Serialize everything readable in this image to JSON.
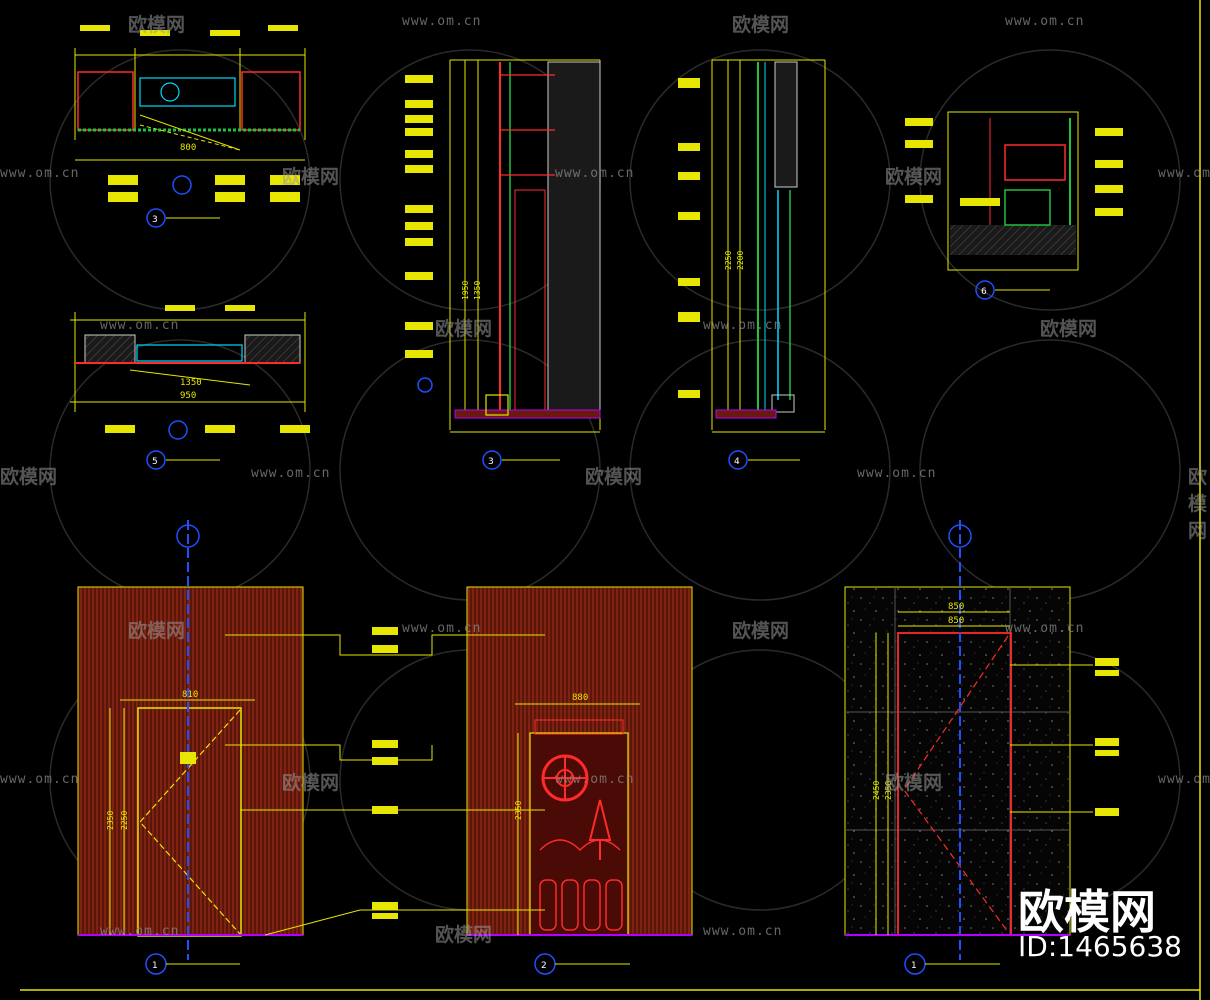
{
  "watermark": {
    "url": "www.om.cn",
    "logo": "欧模网"
  },
  "brand": {
    "name": "欧模网",
    "id": "ID:1465638"
  },
  "dimensions": {
    "plan_top_width": "800",
    "plan_mid_a": "1350",
    "plan_mid_b": "950",
    "elev_left_width": "810",
    "elev_left_h1": "2350",
    "elev_left_h2": "2250",
    "elev_mid_width": "880",
    "elev_mid_h": "2350",
    "elev_right_w1": "850",
    "elev_right_w2": "850",
    "elev_right_h1": "2450",
    "elev_right_h2": "2350",
    "section_a_h1": "1950",
    "section_a_h2": "1350",
    "section_b_h1": "2250",
    "section_b_h2": "2200"
  },
  "markers": {
    "m1": "1",
    "m2": "2",
    "m3": "3",
    "m4": "4",
    "m5": "5",
    "m6": "6"
  },
  "colors": {
    "yellow": "#e6e600",
    "red": "#ff2a2a",
    "blue": "#1f4fff",
    "cyan": "#00d8ff",
    "green": "#20c040",
    "wall": "#6a1a0c",
    "magenta": "#b400ff",
    "white": "#ffffff"
  }
}
